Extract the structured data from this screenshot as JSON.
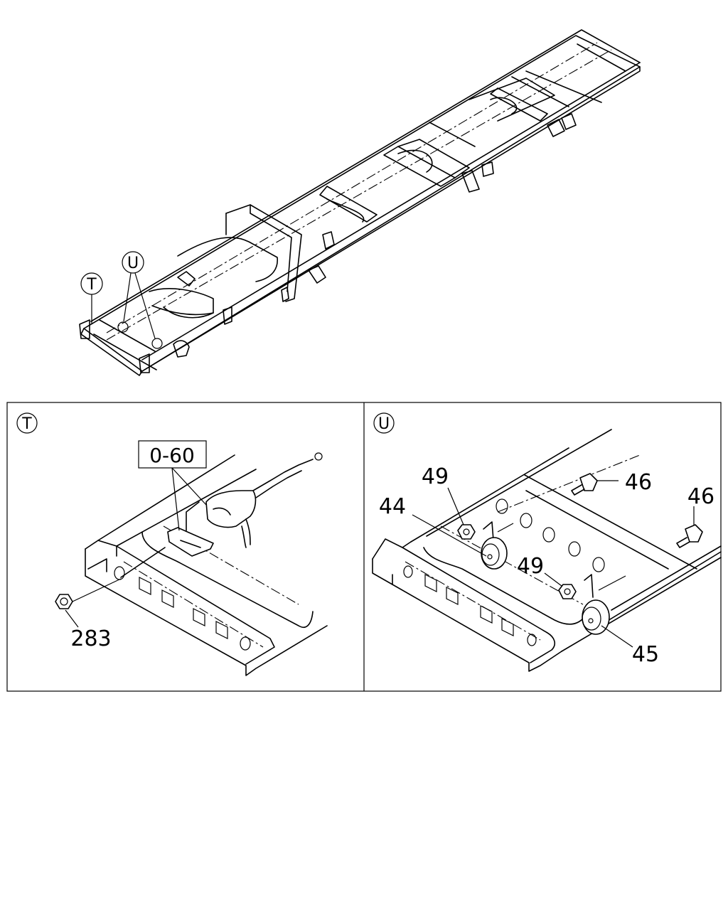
{
  "overview": {
    "callout_t": "T",
    "callout_u": "U"
  },
  "detail_t": {
    "marker": "T",
    "reference_box": "0-60",
    "labels": {
      "nut": "283"
    }
  },
  "detail_u": {
    "marker": "U",
    "labels": {
      "horn_low": "44",
      "horn_high": "45",
      "nut_upper": "49",
      "nut_lower": "49",
      "bolt_upper": "46",
      "bolt_right": "46"
    }
  }
}
